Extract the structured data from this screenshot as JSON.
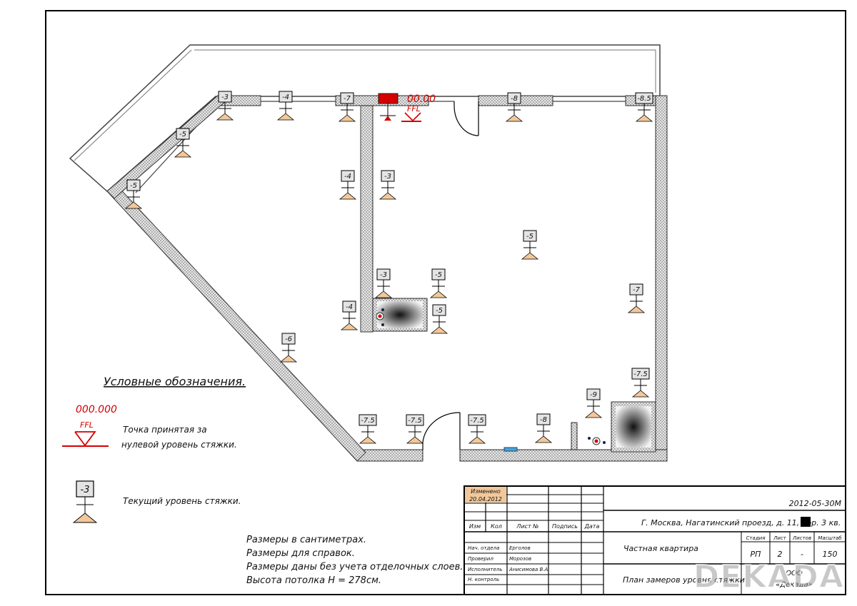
{
  "legend": {
    "title": "Условные обозначения.",
    "zero_value": "000.000",
    "ffl_tag": "FFL",
    "zero_text_1": "Точка принятая за",
    "zero_text_2": "нулевой уровень стяжки.",
    "current_sample": "-3",
    "current_text": "Текущий уровень стяжки."
  },
  "notes": [
    "Размеры в сантиметрах.",
    "Размеры для справок.",
    "Размеры даны без учета отделочных слоев.",
    "Высота потолка H = 278см."
  ],
  "zero_point": {
    "value": "00.00",
    "tag": "FFL"
  },
  "markers": [
    "-3",
    "-4",
    "-7",
    "-8",
    "-8.5",
    "-5",
    "-5",
    "-4",
    "-3",
    "-5",
    "-3",
    "-5",
    "-7",
    "-4",
    "-5",
    "-6",
    "-7.5",
    "-9",
    "-7.5",
    "-7.5",
    "-7.5",
    "-8"
  ],
  "title_block": {
    "revision_label": "Изменено",
    "revision_date": "20.04.2012",
    "header_cols": [
      "Изм",
      "Кол",
      "Лист №",
      "Подпись",
      "Дата"
    ],
    "roles": [
      "Нач. отдела",
      "Проверил",
      "Исполнитель",
      "Н. контроль"
    ],
    "people": [
      "Ерголов",
      "Морозов",
      "Анисимова В.А.",
      ""
    ],
    "code": "2012-05-30М",
    "address": "Г. Москва, Нагатинский проезд, д. 11, кор. 3 кв.",
    "object": "Частная квартира",
    "stage_labels": [
      "Стадия",
      "Лист",
      "Листов",
      "Масштаб"
    ],
    "stage_values": [
      "РП",
      "2",
      "-",
      "150"
    ],
    "sheet_name": "План замеров уровня стяжки",
    "firm_short": "ООО",
    "firm_name": "«Декада»",
    "watermark": "DEKADA"
  }
}
